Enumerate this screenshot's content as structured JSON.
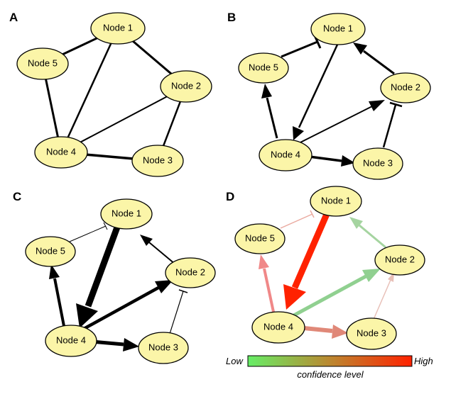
{
  "panels": [
    {
      "letter": "A",
      "nodes": [
        "Node 1",
        "Node 2",
        "Node 3",
        "Node 4",
        "Node 5"
      ]
    },
    {
      "letter": "B",
      "nodes": [
        "Node 1",
        "Node 2",
        "Node 3",
        "Node 4",
        "Node 5"
      ]
    },
    {
      "letter": "C",
      "nodes": [
        "Node 1",
        "Node 2",
        "Node 3",
        "Node 4",
        "Node 5"
      ]
    },
    {
      "letter": "D",
      "nodes": [
        "Node 1",
        "Node 2",
        "Node 3",
        "Node 4",
        "Node 5"
      ]
    }
  ],
  "legend": {
    "low_label": "Low",
    "high_label": "High",
    "caption": "confidence level",
    "low_color": "#66ee66",
    "high_color": "#ff2200"
  },
  "colors": {
    "node_fill": "#fbf5a8",
    "edge": "#000000"
  }
}
